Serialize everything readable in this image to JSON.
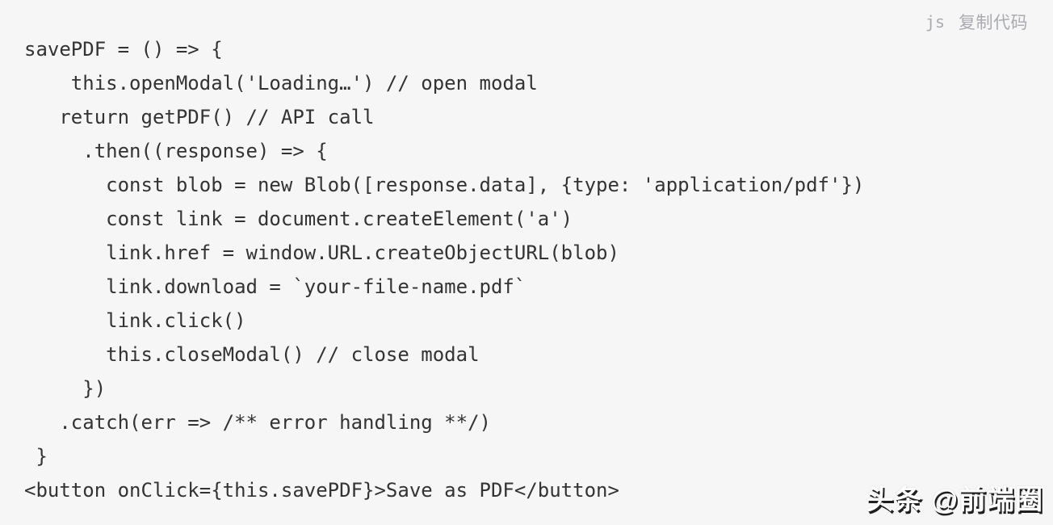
{
  "header": {
    "language_label": "js",
    "copy_label": "复制代码"
  },
  "code": {
    "text": "savePDF = () => {\n    this.openModal('Loading…') // open modal\n   return getPDF() // API call\n     .then((response) => {\n       const blob = new Blob([response.data], {type: 'application/pdf'})\n       const link = document.createElement('a')\n       link.href = window.URL.createObjectURL(blob)\n       link.download = `your-file-name.pdf`\n       link.click()\n       this.closeModal() // close modal\n     })\n   .catch(err => /** error handling **/)\n }\n<button onClick={this.savePDF}>Save as PDF</button>"
  },
  "watermark": {
    "text": "头条 @前端圈"
  },
  "colors": {
    "background": "#f6f6f7",
    "code_text": "#333333",
    "header_text": "#a9abb0",
    "watermark_fill": "#ffffff",
    "watermark_shadow": "#1f1f1f"
  }
}
